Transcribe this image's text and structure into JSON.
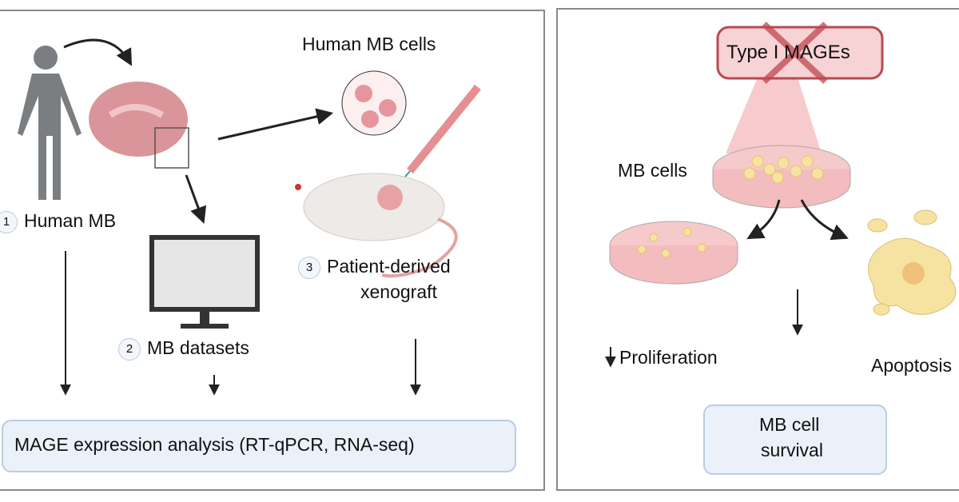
{
  "left_panel": {
    "step1": {
      "number": "1",
      "label": "Human MB"
    },
    "human_cells_label": "Human MB cells",
    "step2": {
      "number": "2",
      "label": "MB datasets"
    },
    "step3": {
      "number": "3",
      "label_line1": "Patient-derived",
      "label_line2": "xenograft"
    },
    "analysis_box": "MAGE expression analysis (RT-qPCR, RNA-seq)"
  },
  "right_panel": {
    "knockout_label": "Type I MAGEs",
    "dish_label": "MB cells",
    "proliferation": "Proliferation",
    "apoptosis": "Apoptosis",
    "survival_line1": "MB cell",
    "survival_line2": "survival"
  },
  "colors": {
    "border": "#8a8a8a",
    "box_fill": "#eaf1f9",
    "brain": "#d9959a",
    "dish": "#f6c9cb",
    "cell": "#f7e3a1",
    "knockout": "#c0474f"
  }
}
